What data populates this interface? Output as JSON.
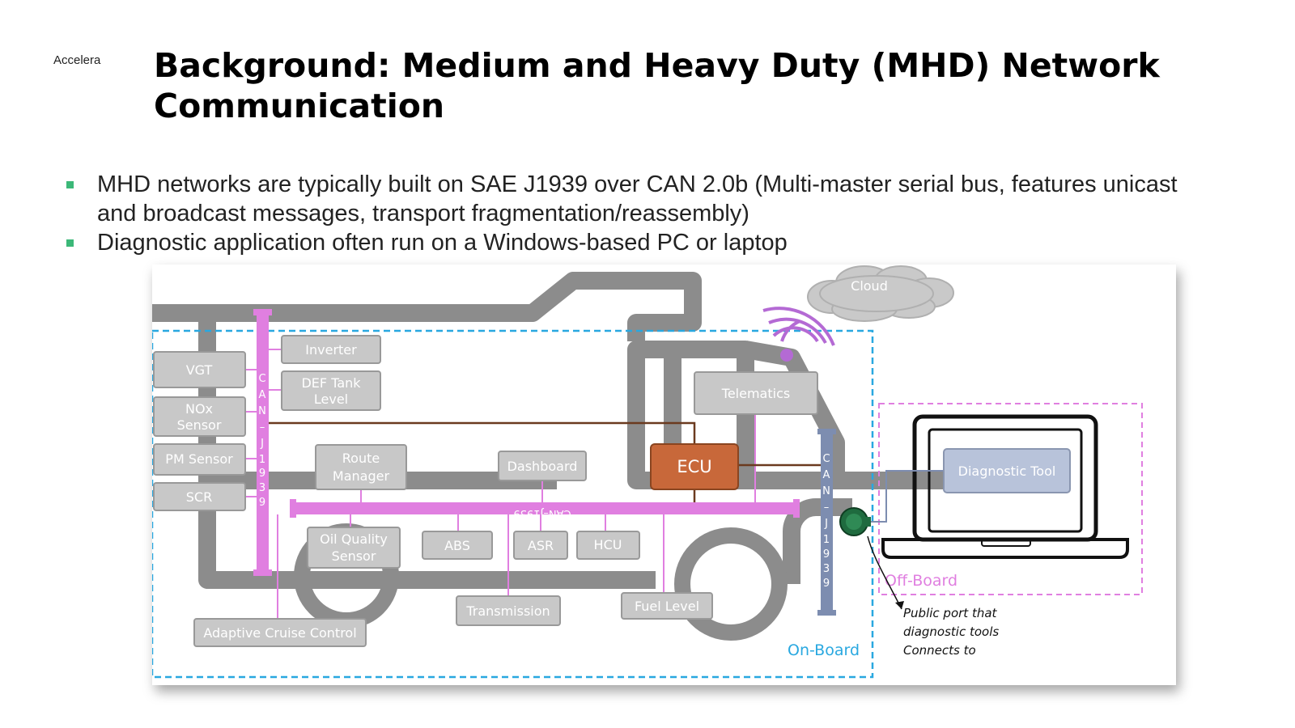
{
  "brand": "Accelera",
  "title": "Background: Medium and Heavy Duty (MHD) Network Communication",
  "bullets": [
    "MHD networks are typically built on SAE J1939 over CAN 2.0b (Multi-master serial bus, features unicast and broadcast messages, transport fragmentation/reassembly)",
    "Diagnostic application often run on a Windows-based PC or laptop"
  ],
  "diagram": {
    "cloud": "Cloud",
    "ecu": "ECU",
    "bus_label": "CAN–J1939",
    "bus_letters": [
      "C",
      "A",
      "N",
      "–",
      "J",
      "1",
      "9",
      "3",
      "9"
    ],
    "nodes": {
      "inverter": "Inverter",
      "def_tank": [
        "DEF Tank",
        "Level"
      ],
      "vgt": "VGT",
      "nox": [
        "NOx",
        "Sensor"
      ],
      "pm": "PM Sensor",
      "scr": "SCR",
      "route": [
        "Route",
        "Manager"
      ],
      "dashboard": "Dashboard",
      "telematics": "Telematics",
      "oil": [
        "Oil Quality",
        "Sensor"
      ],
      "abs": "ABS",
      "asr": "ASR",
      "hcu": "HCU",
      "transmission": "Transmission",
      "fuel": "Fuel Level",
      "acc": "Adaptive Cruise Control",
      "diag_tool": "Diagnostic Tool"
    },
    "on_board": "On-Board",
    "off_board": "Off-Board",
    "port_note": [
      "Public port that",
      "diagnostic tools",
      "Connects to"
    ],
    "colors": {
      "bus": "#e07fe0",
      "node_fill": "#c8c8c8",
      "node_stroke": "#999999",
      "truck": "#8c8c8c",
      "ecu": "#c8683a",
      "wire": "#6b3a1f",
      "onboard": "#29a8e0",
      "offboard": "#e07fe0",
      "diag_fill": "#b8c3da",
      "obd_bus": "#7d8db0",
      "bullet": "#3cb878"
    }
  }
}
